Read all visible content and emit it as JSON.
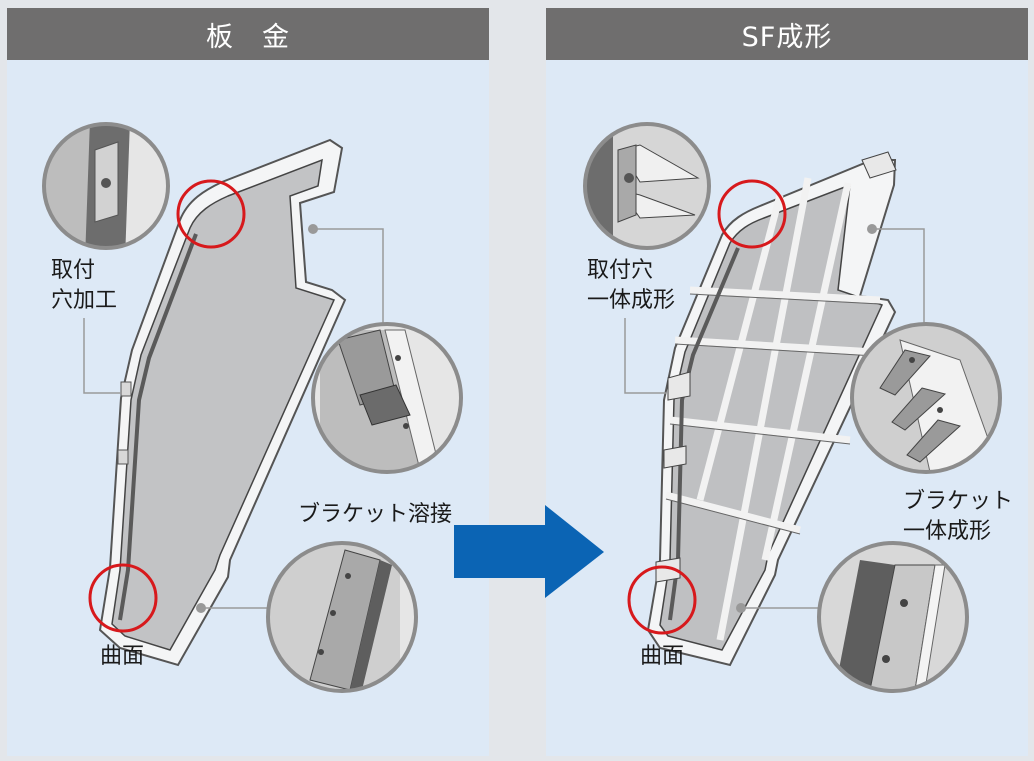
{
  "left": {
    "header": "板　金",
    "labels": {
      "hole_line1": "取付",
      "hole_line2": "穴加工",
      "bracket": "ブラケット溶接",
      "curve": "曲面"
    }
  },
  "right": {
    "header": "SF成形",
    "labels": {
      "hole_line1": "取付穴",
      "hole_line2": "一体成形",
      "bracket_line1": "ブラケット",
      "bracket_line2": "一体成形",
      "curve": "曲面"
    }
  },
  "colors": {
    "header_bg": "#6f6e6e",
    "panel_bg": "#dde9f6",
    "arrow": "#0b64b4",
    "highlight_circle": "#d7191c",
    "part_fill": "#c2c3c5"
  },
  "icons": [
    "arrow-right-icon"
  ]
}
